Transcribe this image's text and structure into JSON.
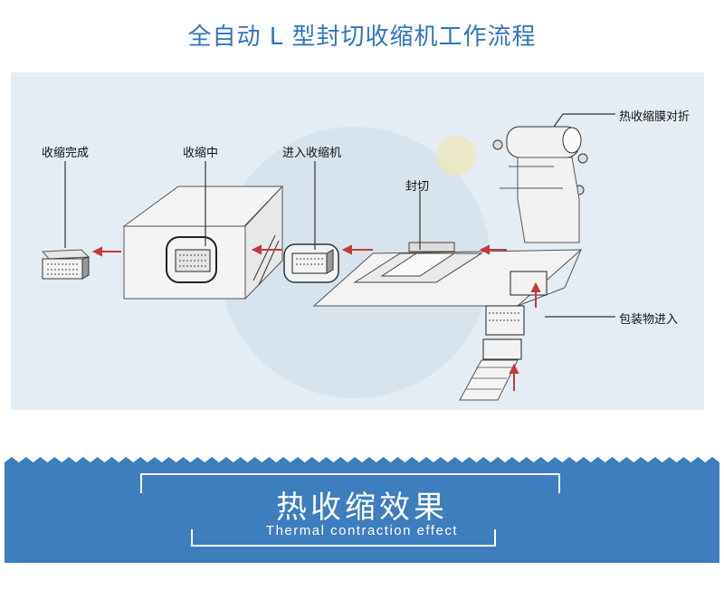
{
  "header": {
    "title": "全自动 L 型封切收缩机工作流程"
  },
  "diagram": {
    "labels": {
      "done": "收缩完成",
      "shrinking": "收缩中",
      "entering": "进入收缩机",
      "seal": "封切",
      "film": "热收缩膜对折",
      "infeed": "包装物进入"
    },
    "arrow_color": "#c23b3b"
  },
  "banner": {
    "title": "热收缩效果",
    "subtitle": "Thermal contraction effect",
    "color": "#3c7ebe"
  }
}
